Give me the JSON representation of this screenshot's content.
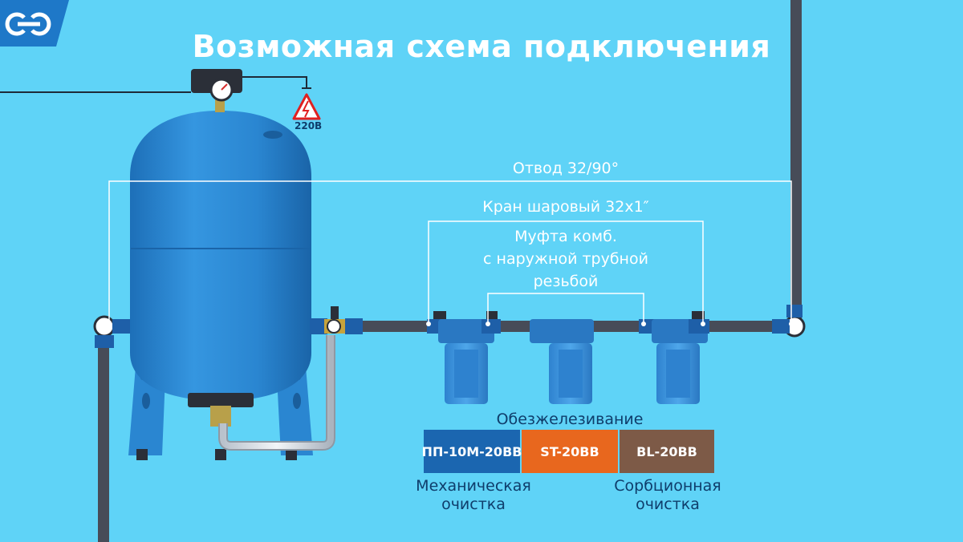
{
  "title": "Возможная схема подключения",
  "labels": {
    "voltage": "220В",
    "elbow": "Отвод 32/90°",
    "ball_valve": "Кран шаровый 32х1″",
    "coupling_line1": "Муфта комб.",
    "coupling_line2": "с наружной трубной",
    "coupling_line3": "резьбой",
    "iron_removal": "Обезжелезивание",
    "mechanical_line1": "Механическая",
    "mechanical_line2": "очистка",
    "sorption_line1": "Сорбционная",
    "sorption_line2": "очистка"
  },
  "cartridges": [
    {
      "name": "ПП-10М-20BB",
      "color": "#1b66b0"
    },
    {
      "name": "ST-20BB",
      "color": "#e8671e"
    },
    {
      "name": "BL-20BB",
      "color": "#7d5a47"
    }
  ],
  "colors": {
    "background": "#5fd3f7",
    "tank": "#2a86d1",
    "pipe": "#474c58",
    "label_text_dark": "#0f3d6b"
  },
  "icons": [
    "high-voltage-icon",
    "pressure-gauge-icon",
    "logo-icon"
  ]
}
